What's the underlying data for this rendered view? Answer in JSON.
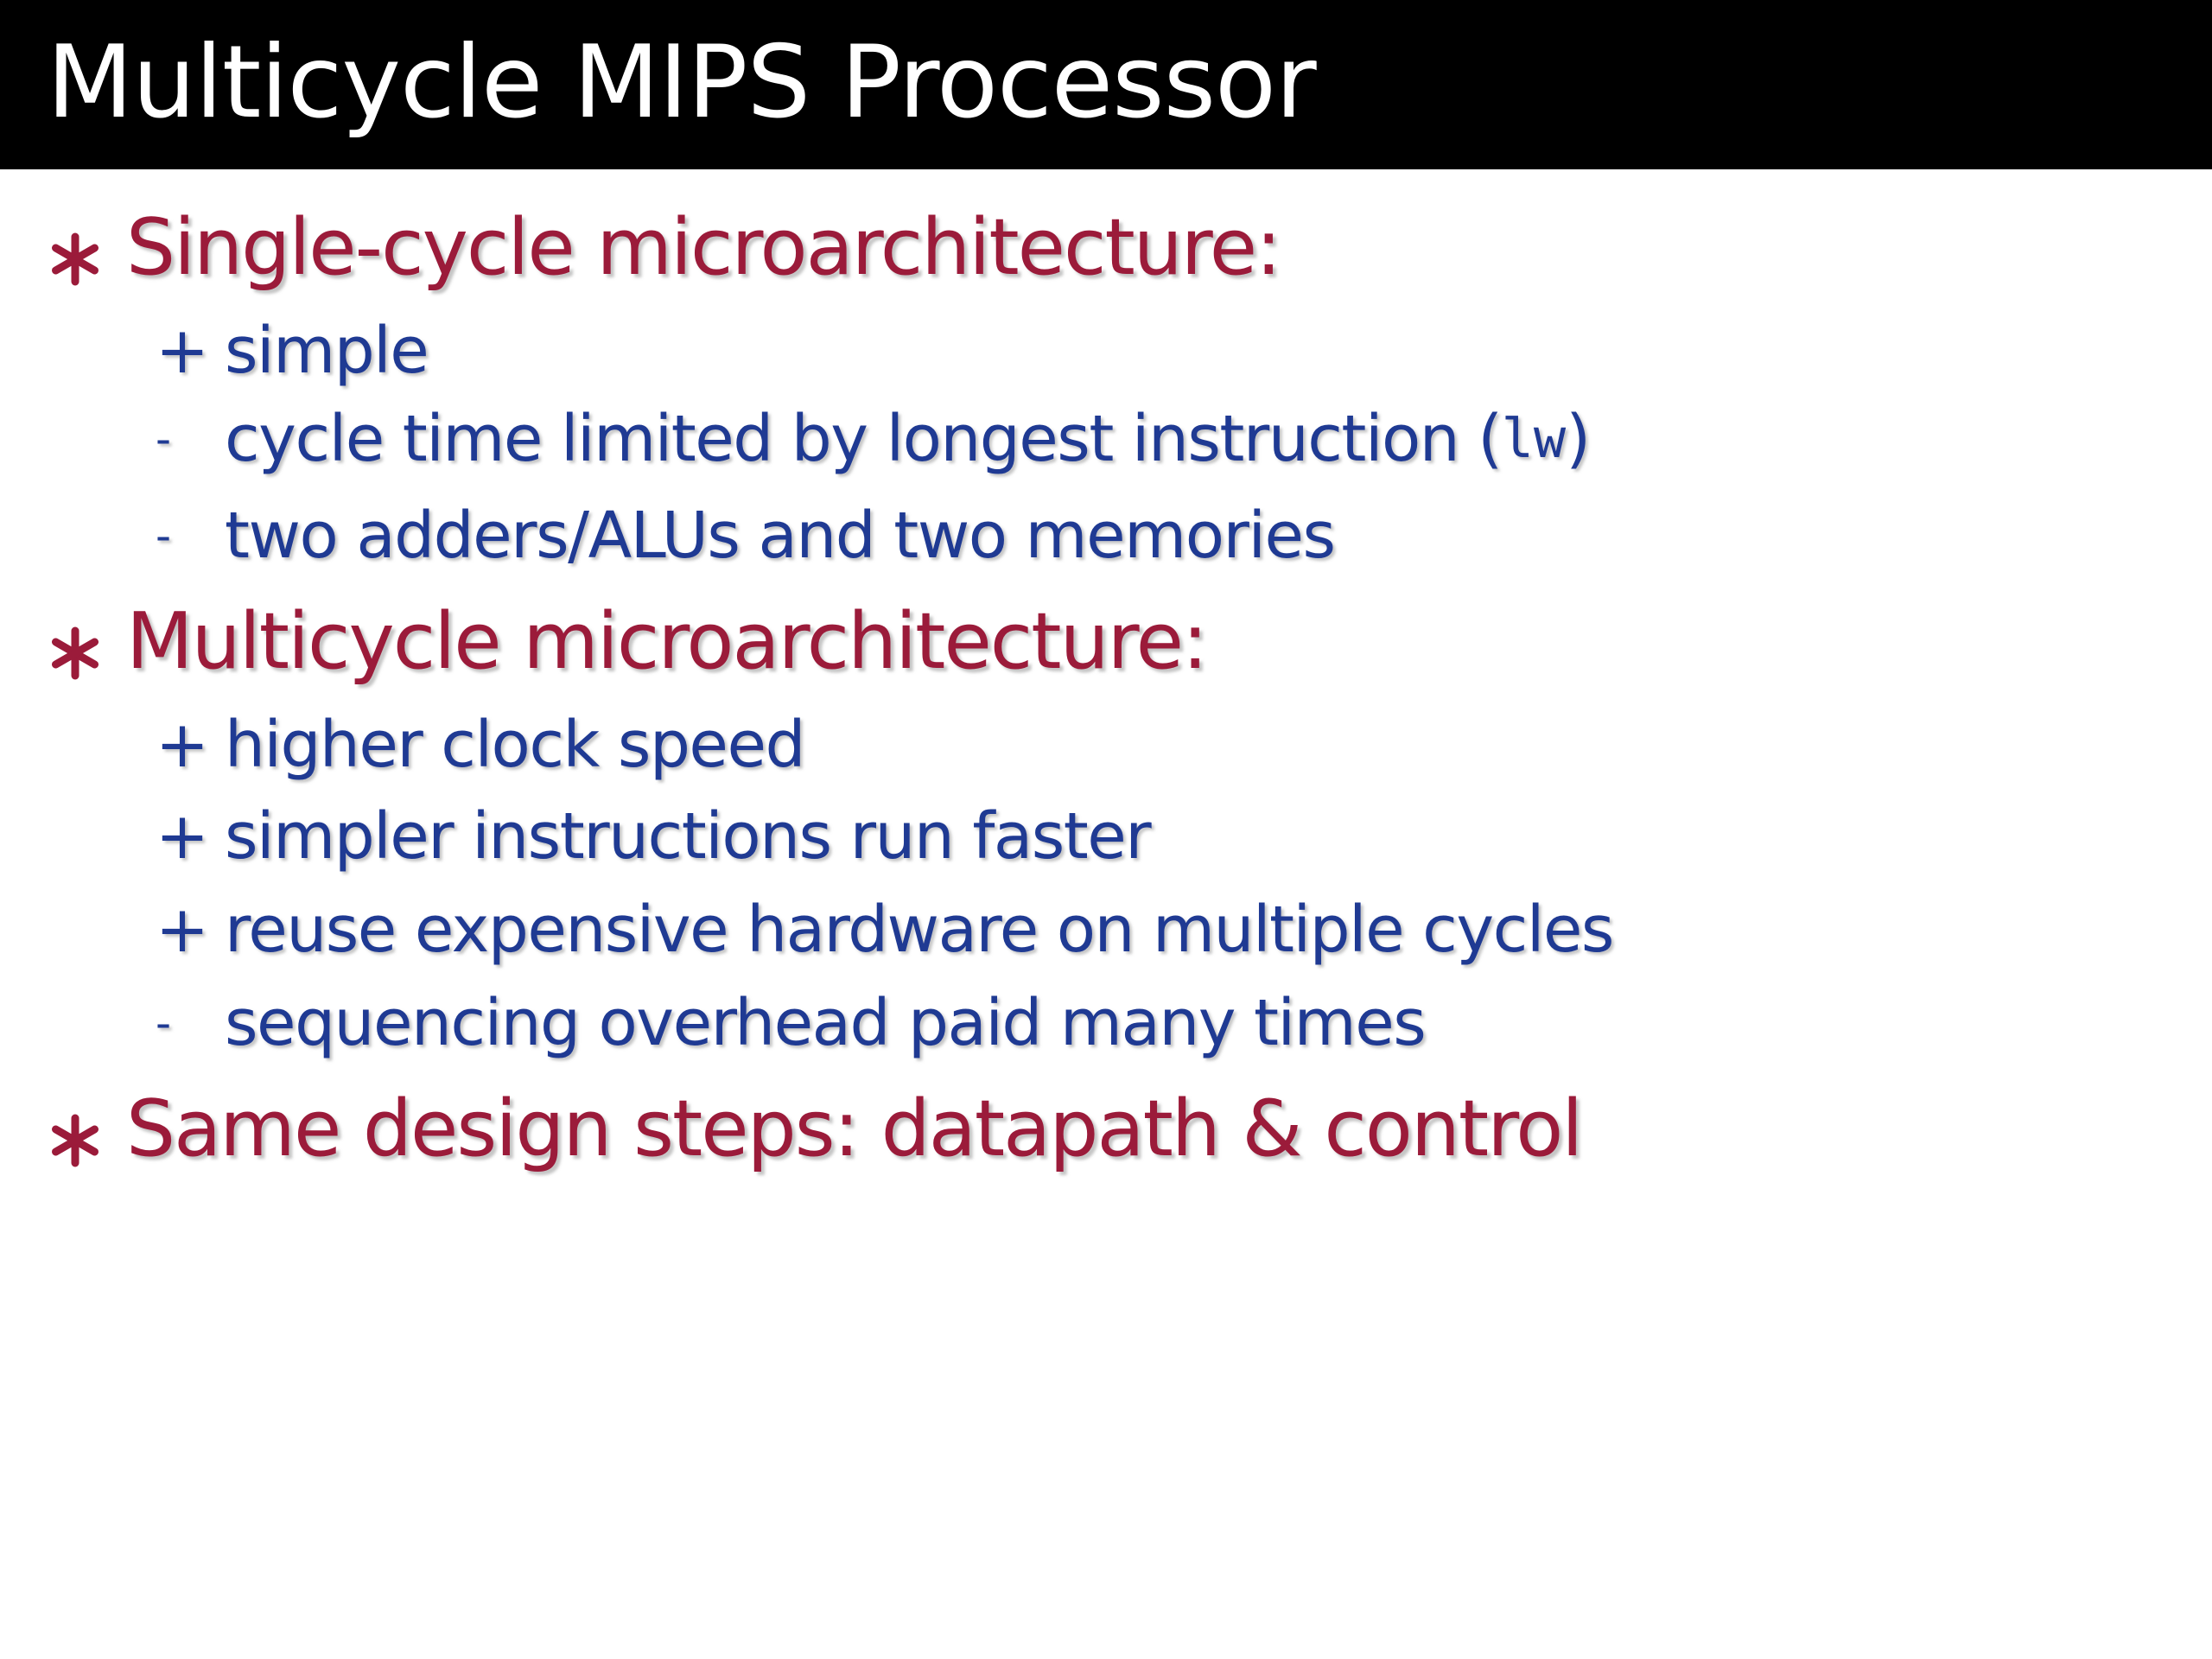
{
  "slide": {
    "title": "Multicycle MIPS Processor",
    "colors": {
      "title_bar": "#000000",
      "title_text": "#ffffff",
      "level1_text": "#9b1b3a",
      "level2_text": "#1f3a93"
    },
    "bullet_icon": "asterisk-bullet-icon",
    "sections": [
      {
        "heading": "Single-cycle microarchitecture:",
        "items": [
          {
            "mark": "+",
            "text": "simple"
          },
          {
            "mark": "-",
            "text": "cycle time limited by longest instruction (",
            "code": "lw",
            "text_after": ")"
          },
          {
            "mark": "-",
            "text": "two adders/ALUs and two memories"
          }
        ]
      },
      {
        "heading": "Multicycle microarchitecture:",
        "items": [
          {
            "mark": "+",
            "text": "higher clock speed"
          },
          {
            "mark": "+",
            "text": "simpler instructions run faster"
          },
          {
            "mark": "+",
            "text": "reuse expensive hardware on multiple cycles"
          },
          {
            "mark": "-",
            "text": "sequencing overhead paid many times"
          }
        ]
      },
      {
        "heading": "Same design steps: datapath & control",
        "items": []
      }
    ]
  }
}
